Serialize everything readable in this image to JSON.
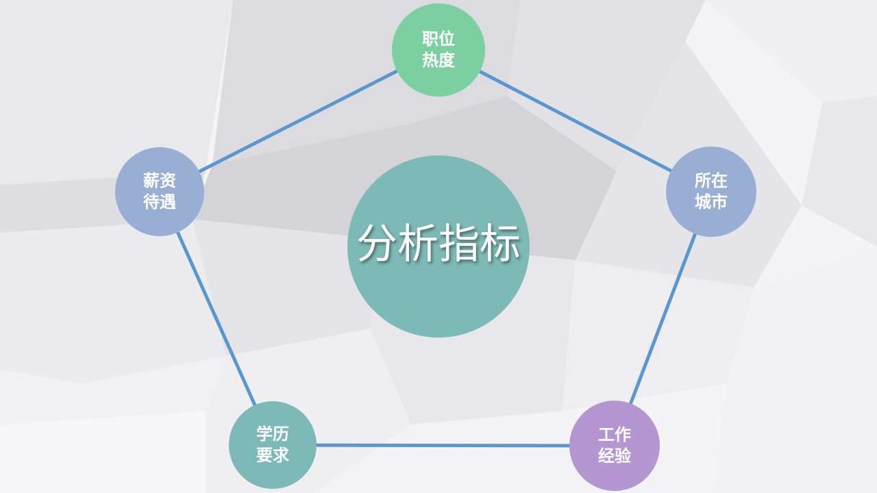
{
  "diagram": {
    "center": {
      "label": "分析指标",
      "color": "#7db9b6"
    },
    "nodes": [
      {
        "id": "top",
        "label": "职位热度",
        "color": "#7ccfa0"
      },
      {
        "id": "right",
        "label": "所在城市",
        "color": "#98afd3"
      },
      {
        "id": "br",
        "label": "工作经验",
        "color": "#b496d0"
      },
      {
        "id": "bl",
        "label": "学历要求",
        "color": "#7db9b6"
      },
      {
        "id": "left",
        "label": "薪资待遇",
        "color": "#98afd3"
      }
    ],
    "edge_color": "#5b97cf",
    "background": "#f4f4f6"
  }
}
